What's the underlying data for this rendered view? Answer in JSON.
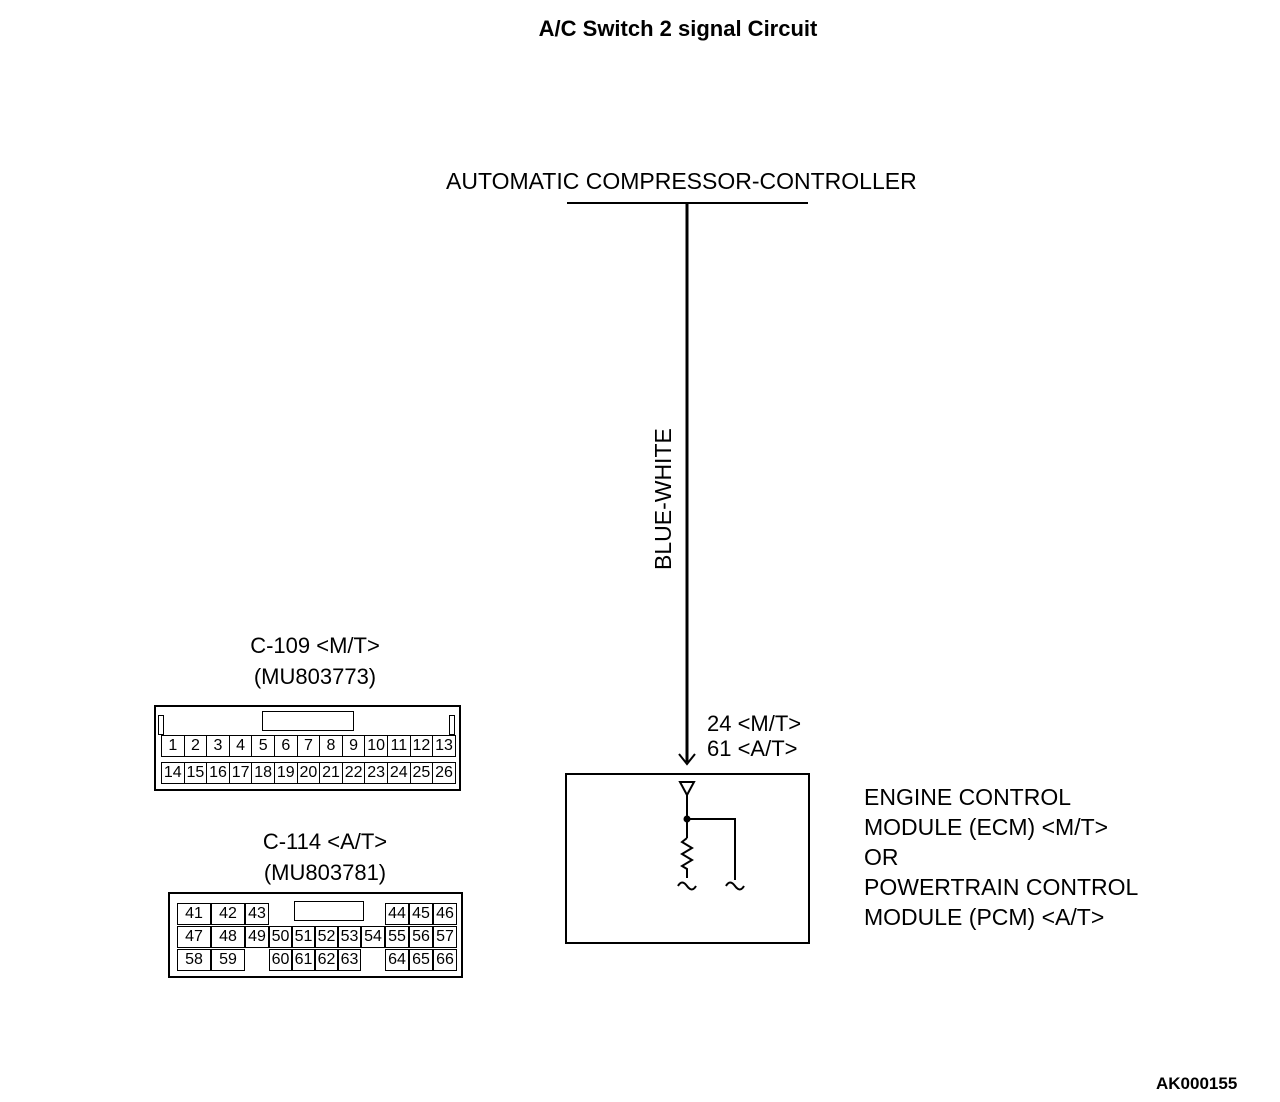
{
  "title": "A/C Switch 2 signal Circuit",
  "top_component": "AUTOMATIC COMPRESSOR-CONTROLLER",
  "wire_color": "BLUE-WHITE",
  "ecm_pins": {
    "mt": "24 <M/T>",
    "at": "61 <A/T>"
  },
  "ecm_label": {
    "line1": "ENGINE CONTROL",
    "line2": "MODULE (ECM) <M/T>",
    "line3": "OR",
    "line4": "POWERTRAIN CONTROL",
    "line5": "MODULE (PCM) <A/T>"
  },
  "connector_c109": {
    "name": "C-109 <M/T>",
    "part": "(MU803773)",
    "row1": [
      "1",
      "2",
      "3",
      "4",
      "5",
      "6",
      "7",
      "8",
      "9",
      "10",
      "11",
      "12",
      "13"
    ],
    "row2": [
      "14",
      "15",
      "16",
      "17",
      "18",
      "19",
      "20",
      "21",
      "22",
      "23",
      "24",
      "25",
      "26"
    ]
  },
  "connector_c114": {
    "name": "C-114 <A/T>",
    "part": "(MU803781)",
    "row1": [
      "41",
      "42",
      "43",
      "44",
      "45",
      "46"
    ],
    "row2": [
      "47",
      "48",
      "49",
      "50",
      "51",
      "52",
      "53",
      "54",
      "55",
      "56",
      "57"
    ],
    "row3": [
      "58",
      "59",
      "60",
      "61",
      "62",
      "63",
      "64",
      "65",
      "66"
    ]
  },
  "figure_code": "AK000155"
}
